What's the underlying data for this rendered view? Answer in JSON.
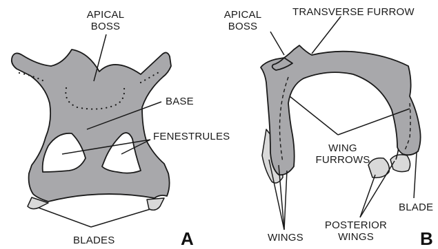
{
  "panel_a": {
    "letter": "A",
    "labels": {
      "apical_boss_line1": "APICAL",
      "apical_boss_line2": "BOSS",
      "base": "BASE",
      "fenestrules": "FENESTRULES",
      "blades": "BLADES"
    }
  },
  "panel_b": {
    "letter": "B",
    "labels": {
      "apical_boss_line1": "APICAL",
      "apical_boss_line2": "BOSS",
      "transverse_furrow": "TRANSVERSE FURROW",
      "wing_furrows_line1": "WING",
      "wing_furrows_line2": "FURROWS",
      "wings": "WINGS",
      "posterior_wings_line1": "POSTERIOR",
      "posterior_wings_line2": "WINGS",
      "blade": "BLADE"
    }
  },
  "colors": {
    "fill": "#a8a8ab",
    "light_fill": "#d9d9d9",
    "stroke": "#1a1a1a"
  }
}
